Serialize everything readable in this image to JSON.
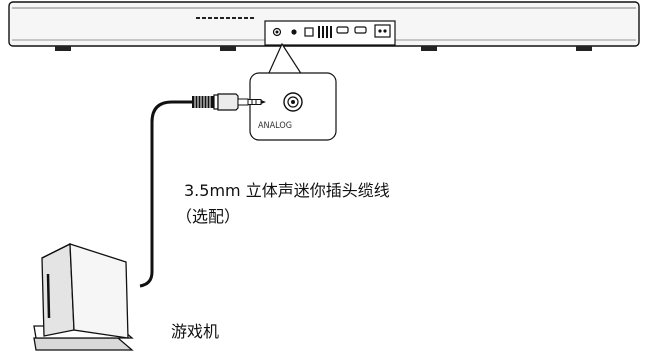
{
  "port": {
    "label": "ANALOG"
  },
  "cable": {
    "line1": "3.5mm 立体声迷你插头缆线",
    "line2": "（选配）"
  },
  "device": {
    "label": "游戏机"
  },
  "icons": {
    "soundbar": "soundbar-icon",
    "port": "analog-jack-icon",
    "plug": "mini-plug-icon",
    "console": "game-console-icon"
  },
  "colors": {
    "stroke": "#111111",
    "fill_light": "#efefef",
    "fill_mid": "#d8d8d8"
  }
}
